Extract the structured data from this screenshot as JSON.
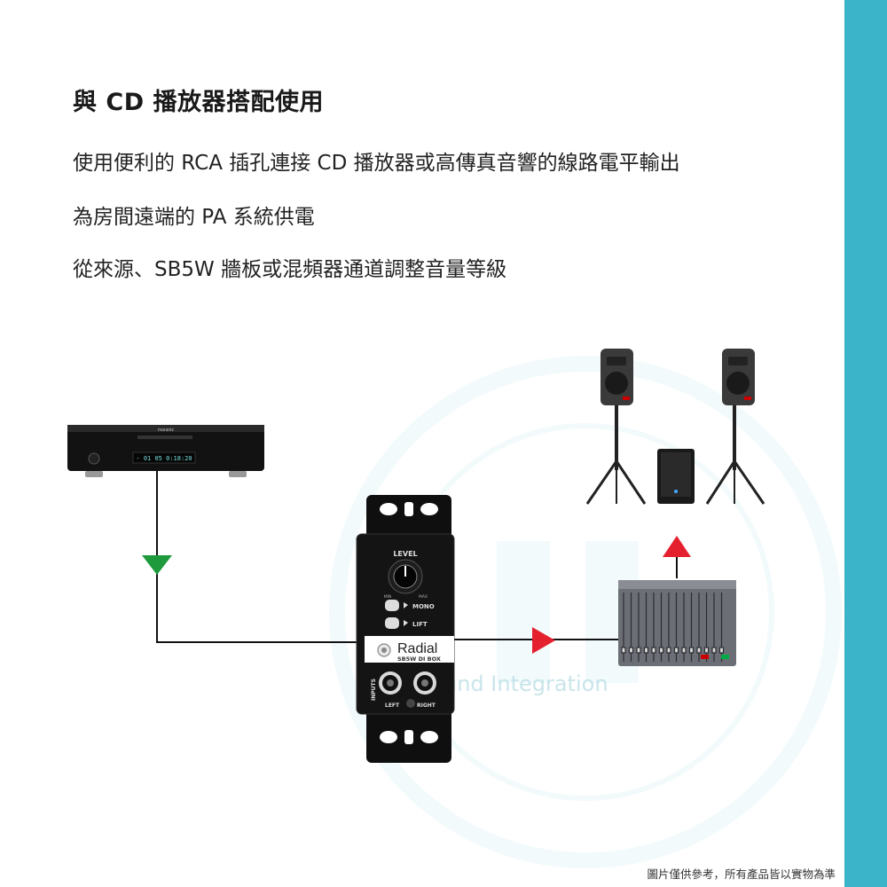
{
  "heading": "與 CD 播放器搭配使用",
  "features": [
    "使用便利的 RCA 插孔連接 CD 播放器或高傳真音響的線路電平輸出",
    "為房間遠端的 PA 系統供電",
    "從來源、SB5W 牆板或混頻器通道調整音量等級"
  ],
  "footnote": "圖片僅供參考，所有產品皆以實物為準",
  "cd_player": {
    "brand": "marantz",
    "display": "- 01 05 0:18:20"
  },
  "di_box": {
    "knob_label": "LEVEL",
    "min_label": "MIN",
    "max_label": "MAX",
    "switch_mono": "MONO",
    "switch_lift": "LIFT",
    "brand": "Radial",
    "model": "SB5W DI BOX",
    "inputs_label": "INPUTS",
    "left_label": "LEFT",
    "right_label": "RIGHT"
  },
  "watermark": "und Integration",
  "colors": {
    "sidebar": "#3bb3c8",
    "arrow_down": "#1e9a3c",
    "arrow_right": "#e5202e",
    "arrow_up": "#e5202e"
  }
}
